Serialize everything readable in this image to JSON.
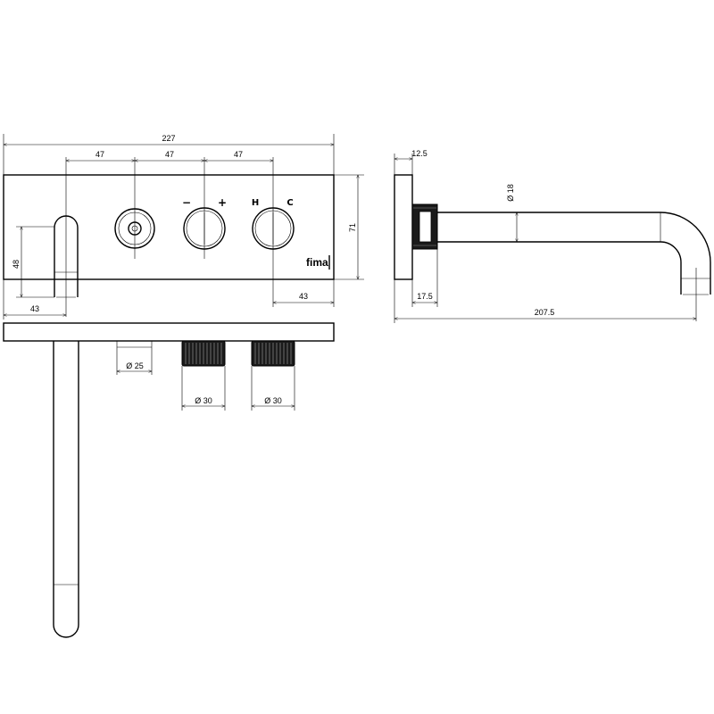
{
  "front_view": {
    "overall_width": "227",
    "spacing_1": "47",
    "spacing_2": "47",
    "spacing_3": "47",
    "height": "71",
    "spout_height": "48",
    "spout_offset": "43",
    "logo_offset": "43",
    "minus_symbol": "−",
    "plus_symbol": "+",
    "hot_symbol": "H",
    "cold_symbol": "C",
    "brand_logo": "fima"
  },
  "top_view": {
    "diverter_diameter": "Ø 25",
    "handle_diameter_1": "Ø 30",
    "handle_diameter_2": "Ø 30"
  },
  "side_view": {
    "plate_thickness": "12.5",
    "spout_diameter": "Ø 18",
    "wall_offset": "17.5",
    "spout_projection": "207.5"
  }
}
